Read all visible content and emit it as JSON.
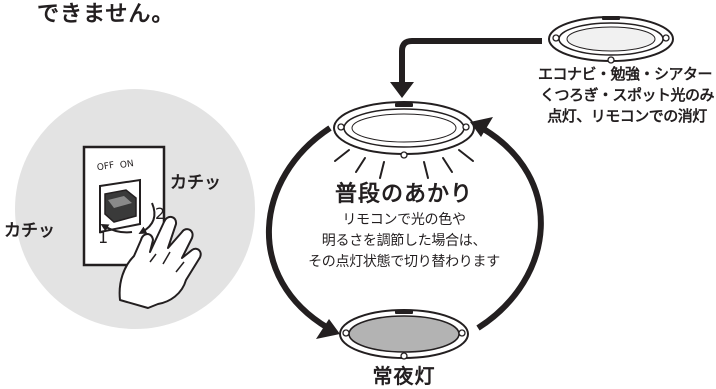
{
  "top_text": "できません。",
  "top_note": {
    "lines": [
      "エコナビ・勉強・シアター・",
      "くつろぎ・スポット光のみ",
      "点灯、リモコンでの消灯"
    ]
  },
  "center": {
    "title": "普段のあかり",
    "description": [
      "リモコンで光の色や",
      "明るさを調節した場合は、",
      "その点灯状態で切り替わります"
    ]
  },
  "bottom_label": "常夜灯",
  "switch": {
    "click_right": "カチッ",
    "click_left": "カチッ",
    "off_label": "OFF",
    "on_label": "ON",
    "step1": "1",
    "step2": "2"
  },
  "colors": {
    "line": "#231f20",
    "circle_bg": "#e3e3e3",
    "dim_light": "#b3b3b3",
    "white": "#ffffff"
  }
}
